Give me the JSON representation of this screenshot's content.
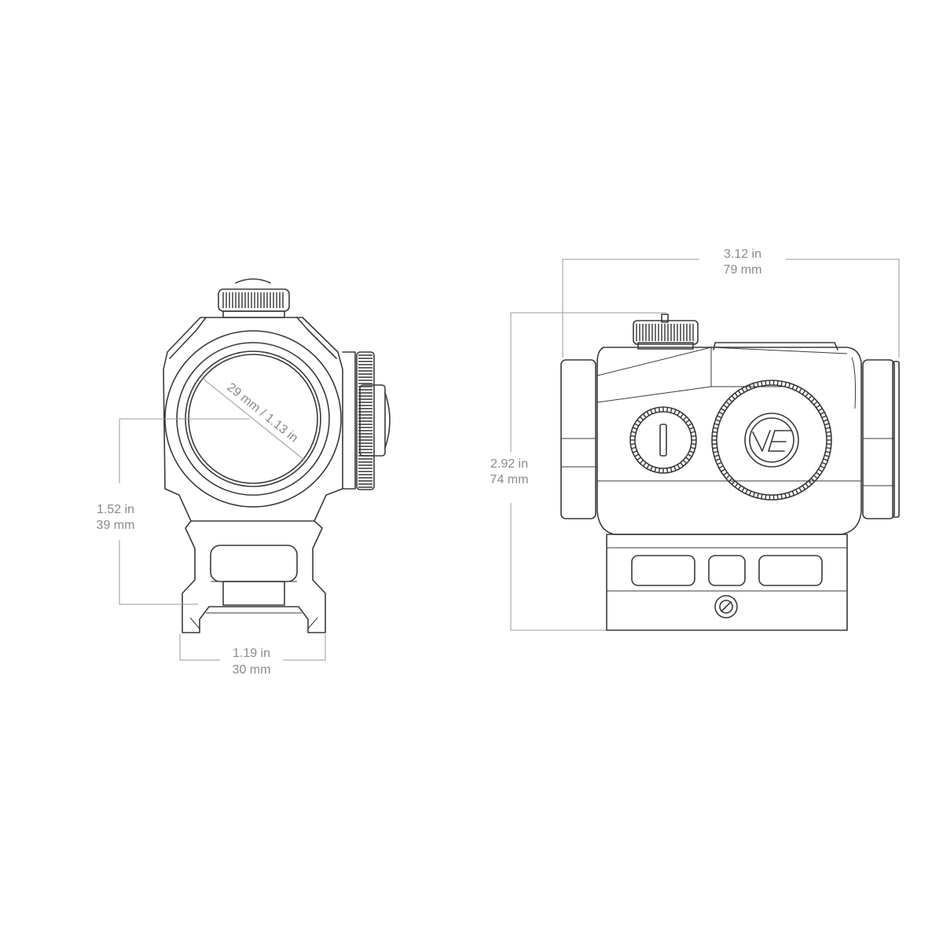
{
  "front_view": {
    "lens_diameter": "29 mm / 1.13 in",
    "height_in": "1.52 in",
    "height_mm": "39 mm",
    "width_in": "1.19 in",
    "width_mm": "30 mm"
  },
  "side_view": {
    "length_in": "3.12 in",
    "length_mm": "79 mm",
    "height_in": "2.92 in",
    "height_mm": "74 mm"
  },
  "logo": {
    "icon": "ve-logo-icon"
  },
  "colors": {
    "line": "#3a3a3a",
    "dimension_text": "#8a8a8a",
    "dimension_line": "#9a9a9a"
  }
}
